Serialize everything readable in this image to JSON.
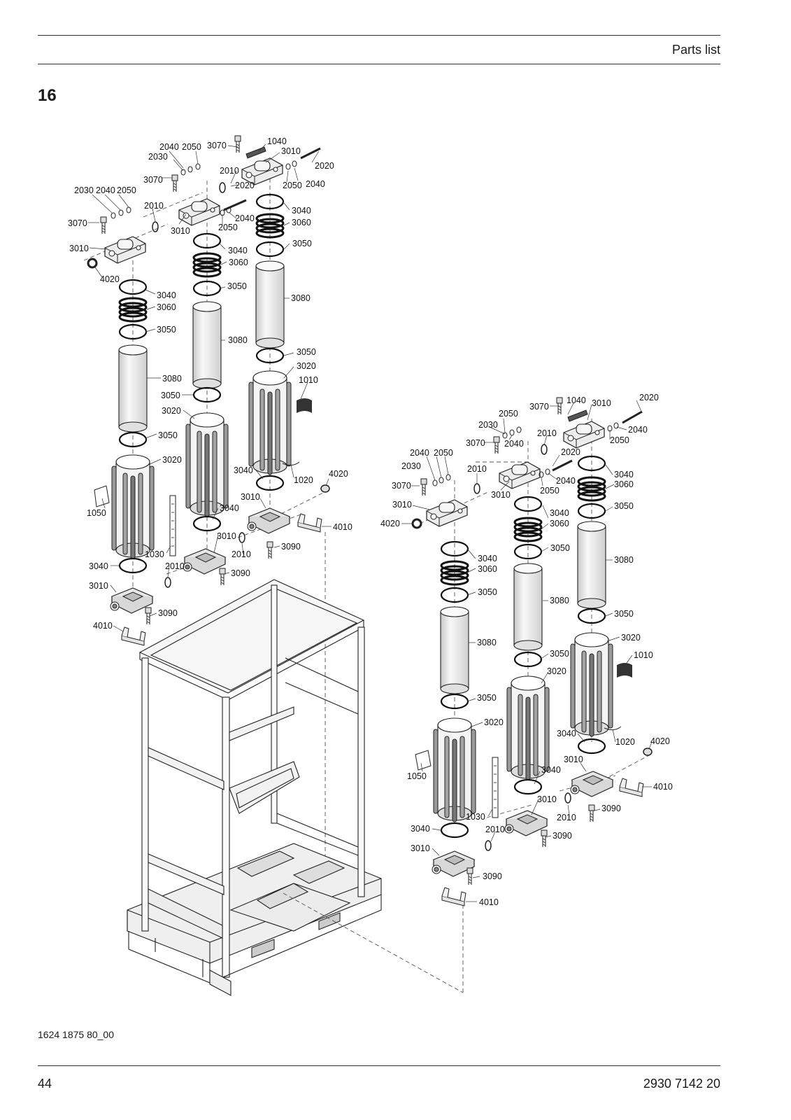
{
  "header": {
    "title": "Parts list"
  },
  "section": {
    "number": "16"
  },
  "footer": {
    "drawing_ref": "1624 1875 80_00",
    "page_number": "44",
    "doc_number": "2930 7142 20"
  },
  "labels": [
    {
      "id": "a1",
      "text": "3070"
    },
    {
      "id": "a2",
      "text": "2040"
    },
    {
      "id": "a3",
      "text": "2050"
    },
    {
      "id": "a4",
      "text": "2030"
    },
    {
      "id": "a5",
      "text": "1040"
    },
    {
      "id": "a6",
      "text": "3010"
    },
    {
      "id": "a7",
      "text": "2020"
    },
    {
      "id": "a8",
      "text": "2010"
    },
    {
      "id": "a9",
      "text": "2020"
    },
    {
      "id": "a10",
      "text": "2050"
    },
    {
      "id": "a11",
      "text": "2040"
    },
    {
      "id": "a12",
      "text": "3070"
    },
    {
      "id": "a13",
      "text": "3010"
    },
    {
      "id": "a14",
      "text": "2050"
    },
    {
      "id": "a15",
      "text": "2040"
    },
    {
      "id": "b1",
      "text": "2030"
    },
    {
      "id": "b2",
      "text": "2040"
    },
    {
      "id": "b3",
      "text": "2050"
    },
    {
      "id": "b4",
      "text": "2010"
    },
    {
      "id": "b5",
      "text": "3070"
    },
    {
      "id": "b6",
      "text": "3010"
    },
    {
      "id": "b7",
      "text": "4020"
    },
    {
      "id": "b8",
      "text": "3040"
    },
    {
      "id": "b9",
      "text": "3060"
    },
    {
      "id": "b10",
      "text": "3050"
    },
    {
      "id": "b11",
      "text": "3080"
    },
    {
      "id": "b12",
      "text": "3050"
    },
    {
      "id": "b13",
      "text": "3020"
    },
    {
      "id": "b14",
      "text": "1050"
    },
    {
      "id": "b15",
      "text": "1030"
    },
    {
      "id": "b16",
      "text": "3040"
    },
    {
      "id": "b17",
      "text": "3010"
    },
    {
      "id": "b18",
      "text": "3090"
    },
    {
      "id": "b19",
      "text": "4010"
    },
    {
      "id": "b20",
      "text": "2010"
    },
    {
      "id": "c1",
      "text": "3040"
    },
    {
      "id": "c2",
      "text": "3060"
    },
    {
      "id": "c3",
      "text": "3050"
    },
    {
      "id": "c4",
      "text": "3080"
    },
    {
      "id": "c5",
      "text": "3050"
    },
    {
      "id": "c6",
      "text": "3020"
    },
    {
      "id": "c7",
      "text": "3040"
    },
    {
      "id": "c8",
      "text": "3010"
    },
    {
      "id": "c9",
      "text": "2010"
    },
    {
      "id": "c10",
      "text": "3090"
    },
    {
      "id": "d1",
      "text": "3040"
    },
    {
      "id": "d2",
      "text": "3060"
    },
    {
      "id": "d3",
      "text": "3050"
    },
    {
      "id": "d4",
      "text": "3080"
    },
    {
      "id": "d5",
      "text": "3050"
    },
    {
      "id": "d6",
      "text": "3020"
    },
    {
      "id": "d7",
      "text": "1010"
    },
    {
      "id": "d8",
      "text": "3040"
    },
    {
      "id": "d9",
      "text": "1020"
    },
    {
      "id": "d10",
      "text": "4020"
    },
    {
      "id": "d11",
      "text": "3010"
    },
    {
      "id": "d12",
      "text": "4010"
    },
    {
      "id": "d13",
      "text": "3090"
    },
    {
      "id": "e1",
      "text": "3070"
    },
    {
      "id": "e2",
      "text": "1040"
    },
    {
      "id": "e3",
      "text": "3010"
    },
    {
      "id": "e4",
      "text": "2020"
    },
    {
      "id": "e5",
      "text": "2050"
    },
    {
      "id": "e6",
      "text": "2030"
    },
    {
      "id": "e7",
      "text": "2040"
    },
    {
      "id": "e8",
      "text": "2010"
    },
    {
      "id": "e9",
      "text": "2040"
    },
    {
      "id": "e10",
      "text": "2050"
    },
    {
      "id": "e11",
      "text": "3070"
    },
    {
      "id": "e12",
      "text": "2020"
    },
    {
      "id": "e13",
      "text": "2040"
    },
    {
      "id": "e14",
      "text": "2050"
    },
    {
      "id": "e15",
      "text": "3010"
    },
    {
      "id": "e16",
      "text": "2040"
    },
    {
      "id": "e17",
      "text": "2050"
    },
    {
      "id": "e18",
      "text": "2030"
    },
    {
      "id": "e19",
      "text": "2010"
    },
    {
      "id": "e20",
      "text": "3070"
    },
    {
      "id": "e21",
      "text": "3010"
    },
    {
      "id": "e22",
      "text": "4020"
    },
    {
      "id": "f1",
      "text": "3040"
    },
    {
      "id": "f2",
      "text": "3060"
    },
    {
      "id": "f3",
      "text": "3050"
    },
    {
      "id": "f4",
      "text": "3080"
    },
    {
      "id": "f5",
      "text": "3050"
    },
    {
      "id": "f6",
      "text": "3020"
    },
    {
      "id": "f7",
      "text": "1050"
    },
    {
      "id": "f8",
      "text": "1030"
    },
    {
      "id": "f9",
      "text": "3040"
    },
    {
      "id": "f10",
      "text": "3010"
    },
    {
      "id": "f11",
      "text": "3090"
    },
    {
      "id": "f12",
      "text": "4010"
    },
    {
      "id": "f13",
      "text": "2010"
    },
    {
      "id": "g1",
      "text": "3040"
    },
    {
      "id": "g2",
      "text": "3060"
    },
    {
      "id": "g3",
      "text": "3050"
    },
    {
      "id": "g4",
      "text": "3080"
    },
    {
      "id": "g5",
      "text": "3050"
    },
    {
      "id": "g6",
      "text": "3020"
    },
    {
      "id": "g7",
      "text": "3040"
    },
    {
      "id": "g8",
      "text": "3010"
    },
    {
      "id": "g9",
      "text": "2010"
    },
    {
      "id": "g10",
      "text": "3090"
    },
    {
      "id": "h1",
      "text": "3040"
    },
    {
      "id": "h2",
      "text": "3060"
    },
    {
      "id": "h3",
      "text": "3050"
    },
    {
      "id": "h4",
      "text": "3080"
    },
    {
      "id": "h5",
      "text": "3050"
    },
    {
      "id": "h6",
      "text": "3020"
    },
    {
      "id": "h7",
      "text": "1010"
    },
    {
      "id": "h8",
      "text": "3040"
    },
    {
      "id": "h9",
      "text": "1020"
    },
    {
      "id": "h10",
      "text": "4020"
    },
    {
      "id": "h11",
      "text": "3010"
    },
    {
      "id": "h12",
      "text": "4010"
    },
    {
      "id": "h13",
      "text": "3090"
    }
  ]
}
